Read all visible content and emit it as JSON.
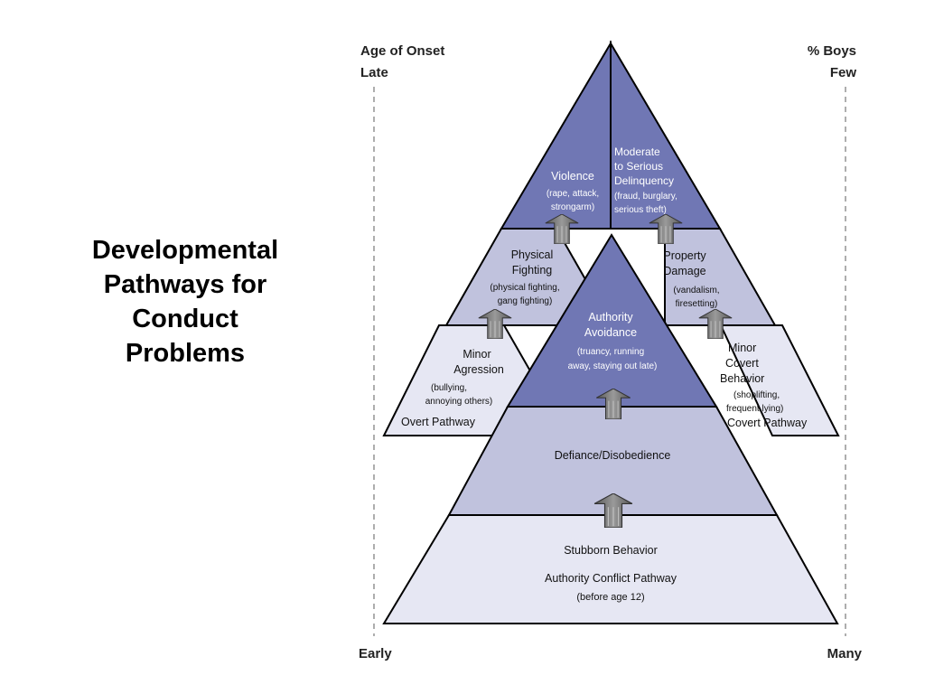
{
  "slide": {
    "title_lines": [
      "Developmental",
      "Pathways for",
      "Conduct",
      "Problems"
    ]
  },
  "axes": {
    "left_top": [
      "Age of Onset",
      "Late"
    ],
    "right_top": [
      "% Boys",
      "Few"
    ],
    "left_bottom": "Early",
    "right_bottom": "Many"
  },
  "left_pyramid": {
    "label": "Overt Pathway",
    "levels": [
      {
        "lines": [
          "Minor",
          "Agression"
        ],
        "detail": [
          "(bullying,",
          "annoying others)"
        ]
      },
      {
        "lines": [
          "Physical",
          "Fighting"
        ],
        "detail": [
          "(physical fighting,",
          "gang fighting)"
        ]
      },
      {
        "lines": [
          "Violence"
        ],
        "detail": [
          "(rape, attack,",
          "strongarm)"
        ]
      }
    ]
  },
  "right_pyramid": {
    "label": "Covert Pathway",
    "levels": [
      {
        "lines": [
          "Minor",
          "Covert",
          "Behavior"
        ],
        "detail": [
          "(shoplifting,",
          "frequent lying)"
        ]
      },
      {
        "lines": [
          "Property",
          "Damage"
        ],
        "detail": [
          "(vandalism,",
          "firesetting)"
        ]
      },
      {
        "lines": [
          "Moderate",
          "to Serious",
          "Delinquency"
        ],
        "detail": [
          "(fraud, burglary,",
          "serious theft)"
        ]
      }
    ]
  },
  "center_pyramid": {
    "levels": [
      {
        "lines": [
          "Stubborn Behavior",
          "Authority Conflict Pathway"
        ],
        "detail": [
          "(before age 12)"
        ]
      },
      {
        "lines": [
          "Defiance/Disobedience"
        ],
        "detail": []
      },
      {
        "lines": [
          "Authority",
          "Avoidance"
        ],
        "detail": [
          "(truancy, running",
          "away, staying out late)"
        ]
      }
    ]
  },
  "colors": {
    "top_fill": "#7077b4",
    "mid_fill": "#c0c2dd",
    "base_fill": "#e6e7f3",
    "outline": "#000000",
    "arrow_fill": "#6b6b6b"
  }
}
